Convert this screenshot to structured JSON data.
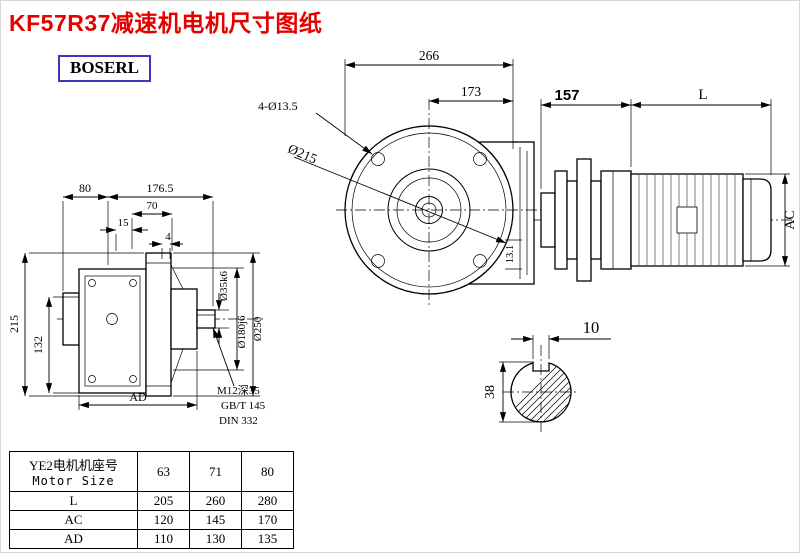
{
  "title": "KF57R37减速机电机尺寸图纸",
  "logo": "BOSERL",
  "front_view": {
    "overall_width": "266",
    "flange_to_center": "173",
    "bolt_holes": "4-Ø13.5",
    "bolt_circle_dia": "Ø215",
    "key_dim": "13.1"
  },
  "motor_view": {
    "adapter_length": "157",
    "motor_length": "L",
    "motor_height": "AC"
  },
  "side_view": {
    "dim_80": "80",
    "dim_176_5": "176.5",
    "dim_70": "70",
    "dim_15": "15",
    "dim_4": "4",
    "dim_215": "215",
    "dim_132": "132",
    "dim_ad": "AD",
    "shaft_dia": "Ø35k6",
    "spigot_dia": "Ø180j6",
    "flange_dia": "Ø250",
    "tap_hole": "M12深35",
    "std_gb": "GB/T 145",
    "std_din": "DIN 332"
  },
  "shaft_section": {
    "keyway_width": "10",
    "shaft_dia": "38"
  },
  "table": {
    "header_cn": "YE2电机机座号",
    "header_en": "Motor Size",
    "sizes": [
      "63",
      "71",
      "80"
    ],
    "rows": [
      {
        "label": "L",
        "values": [
          "205",
          "260",
          "280"
        ]
      },
      {
        "label": "AC",
        "values": [
          "120",
          "145",
          "170"
        ]
      },
      {
        "label": "AD",
        "values": [
          "110",
          "130",
          "135"
        ]
      }
    ]
  }
}
